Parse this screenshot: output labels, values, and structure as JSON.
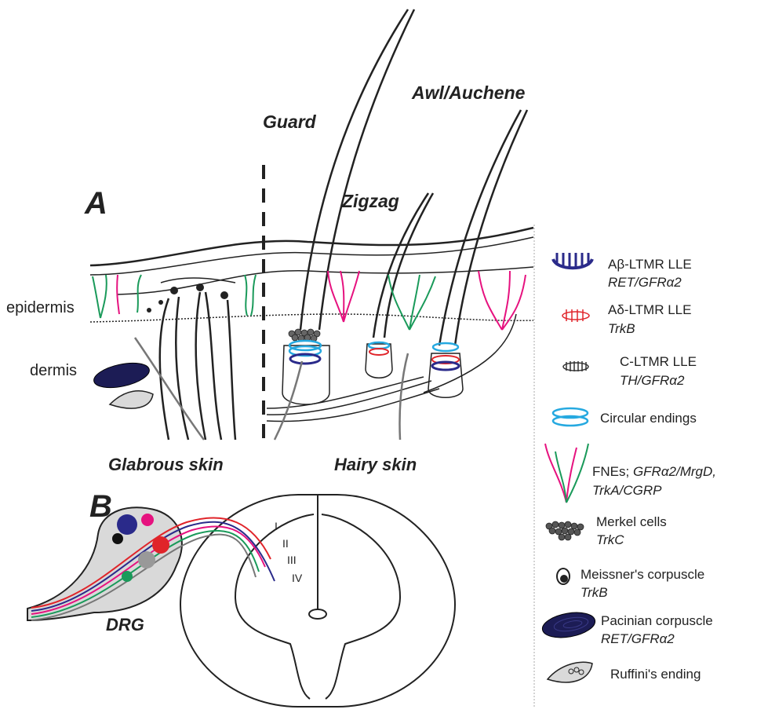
{
  "panel_a": {
    "letter": "A",
    "hair_labels": {
      "guard": "Guard",
      "awl": "Awl/Auchene",
      "zigzag": "Zigzag"
    },
    "layer_labels": {
      "epidermis": "epidermis",
      "dermis": "dermis"
    },
    "skin_labels": {
      "glabrous": "Glabrous skin",
      "hairy": "Hairy skin"
    }
  },
  "panel_b": {
    "letter": "B",
    "drg_label": "DRG",
    "laminae": [
      "I",
      "II",
      "III",
      "IV"
    ]
  },
  "legend": {
    "items": [
      {
        "icon": "ab-ltmr-lle-icon",
        "title": "Aβ-LTMR LLE",
        "sub": "RET/GFRα2",
        "color": "#2a2a8a"
      },
      {
        "icon": "ad-ltmr-lle-icon",
        "title": "Aδ-LTMR LLE",
        "sub": "TrkB",
        "color": "#e0242a"
      },
      {
        "icon": "c-ltmr-lle-icon",
        "title": "C-LTMR LLE",
        "sub": "TH/GFRα2",
        "color": "#333333"
      },
      {
        "icon": "circular-endings-icon",
        "title": "Circular endings",
        "sub": "",
        "color": "#26a9e0"
      },
      {
        "icon": "fnes-icon",
        "title": "FNEs; ",
        "title_italic": "GFRα2/MrgD,",
        "sub": "TrkA/CGRP",
        "color": "#e6127f"
      },
      {
        "icon": "merkel-cells-icon",
        "title": "Merkel cells",
        "sub": "TrkC",
        "color": "#555555"
      },
      {
        "icon": "meissner-corpuscle-icon",
        "title": "Meissner's corpuscle",
        "sub": "TrkB",
        "color": "#222222"
      },
      {
        "icon": "pacinian-corpuscle-icon",
        "title": "Pacinian corpuscle",
        "sub": "RET/GFRα2",
        "color": "#1c1c55"
      },
      {
        "icon": "ruffini-ending-icon",
        "title": "Ruffini's ending",
        "sub": "",
        "color": "#888888"
      }
    ]
  },
  "colors": {
    "ab_blue": "#2a2a8a",
    "ad_red": "#e0242a",
    "circular_cyan": "#26a9e0",
    "fne_green": "#1a9a5a",
    "fne_magenta": "#e6127f",
    "grey_fiber": "#777777",
    "drg_fill": "#d9d9d9"
  }
}
